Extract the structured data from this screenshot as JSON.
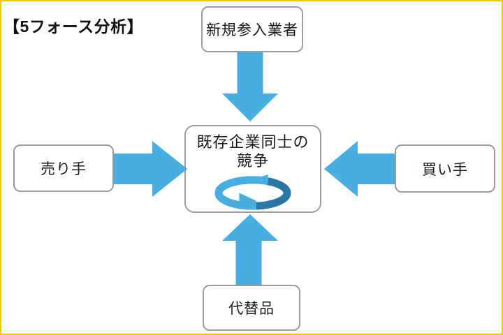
{
  "title": "【5フォース分析】",
  "colors": {
    "frame_yellow": "#F5C400",
    "arrow_blue": "#47AEE1",
    "cycle_dark": "#2B76A4",
    "box_border": "#9C9C9C",
    "text": "#1A1A1A"
  },
  "center": {
    "line1": "既存企業同士の",
    "line2": "競争",
    "icon": "cycle-arrows-icon"
  },
  "forces": {
    "top": {
      "label": "新規参入業者",
      "arrow": "down"
    },
    "left": {
      "label": "売り手",
      "arrow": "right"
    },
    "right": {
      "label": "買い手",
      "arrow": "left"
    },
    "bottom": {
      "label": "代替品",
      "arrow": "up"
    }
  }
}
